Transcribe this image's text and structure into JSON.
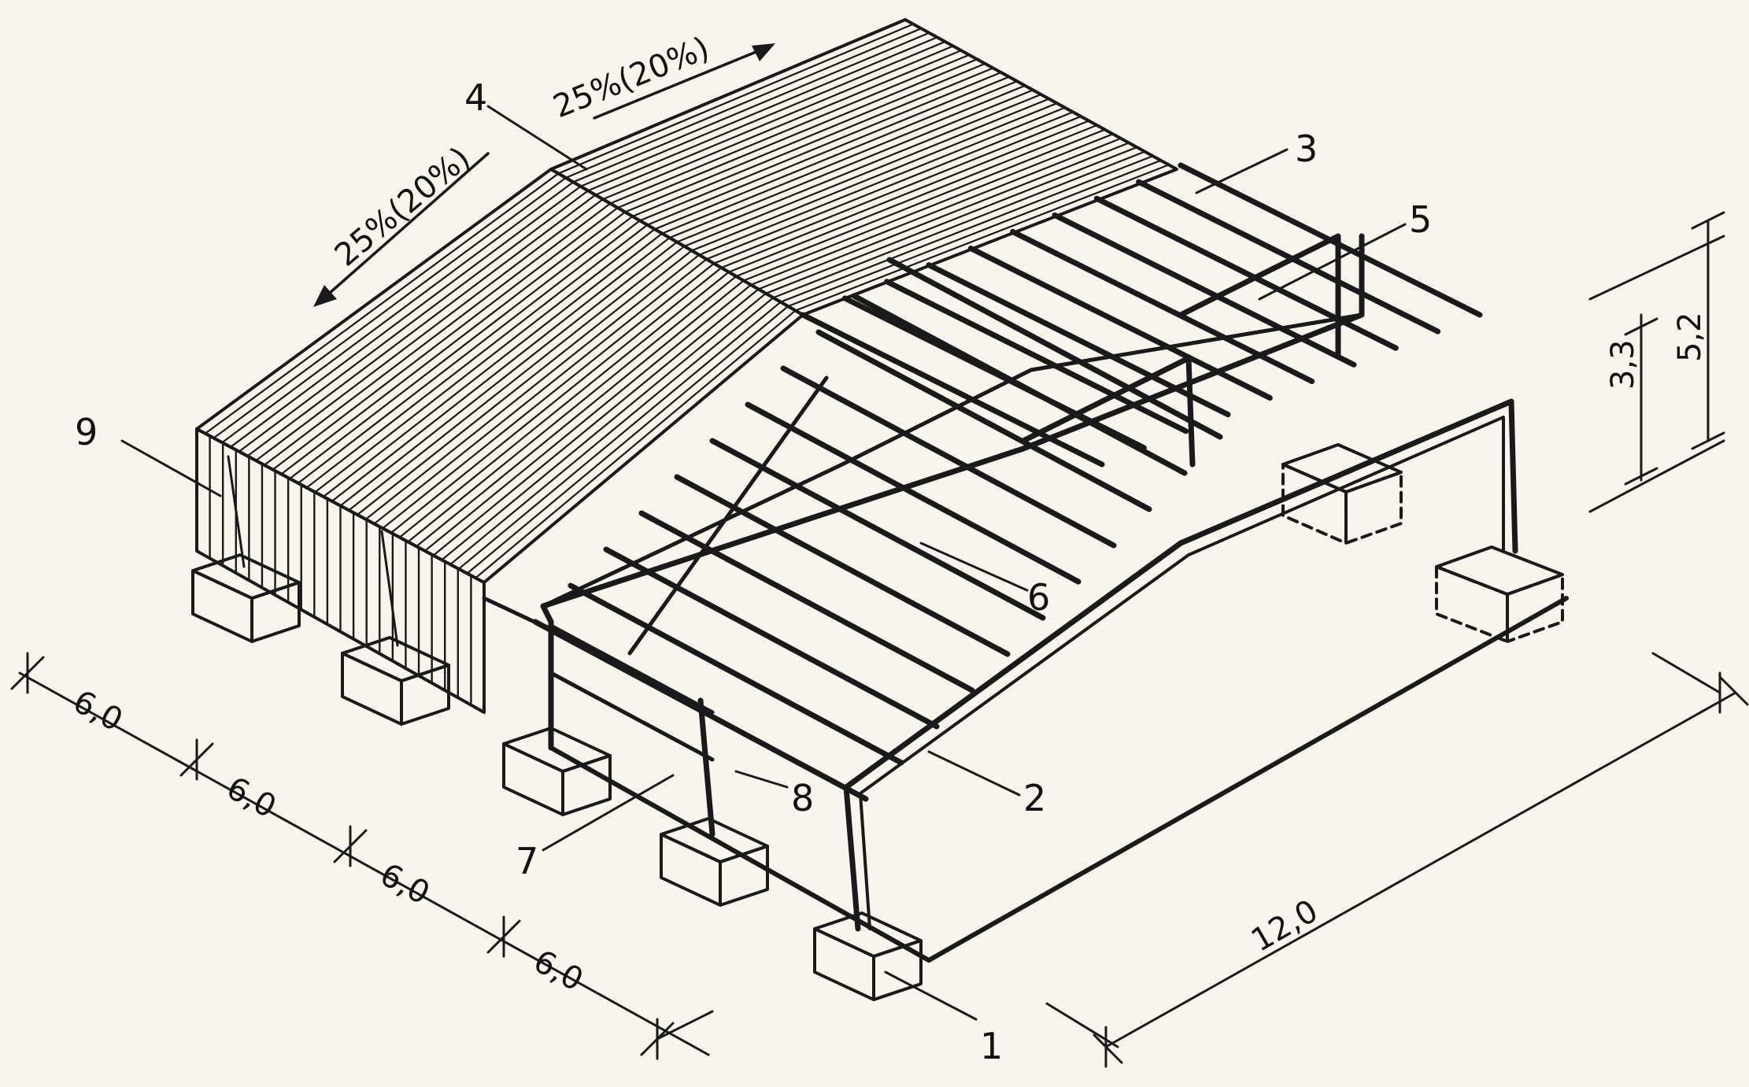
{
  "slopes": {
    "front": "25%(20%)",
    "back": "25%(20%)"
  },
  "labels": {
    "n1": "1",
    "n2": "2",
    "n3": "3",
    "n4": "4",
    "n5": "5",
    "n6": "6",
    "n7": "7",
    "n8": "8",
    "n9": "9"
  },
  "dimensions": {
    "bay1": "6,0",
    "bay2": "6,0",
    "bay3": "6,0",
    "bay4": "6,0",
    "span": "12,0",
    "height_eave": "3,3",
    "height_ridge": "5,2"
  }
}
